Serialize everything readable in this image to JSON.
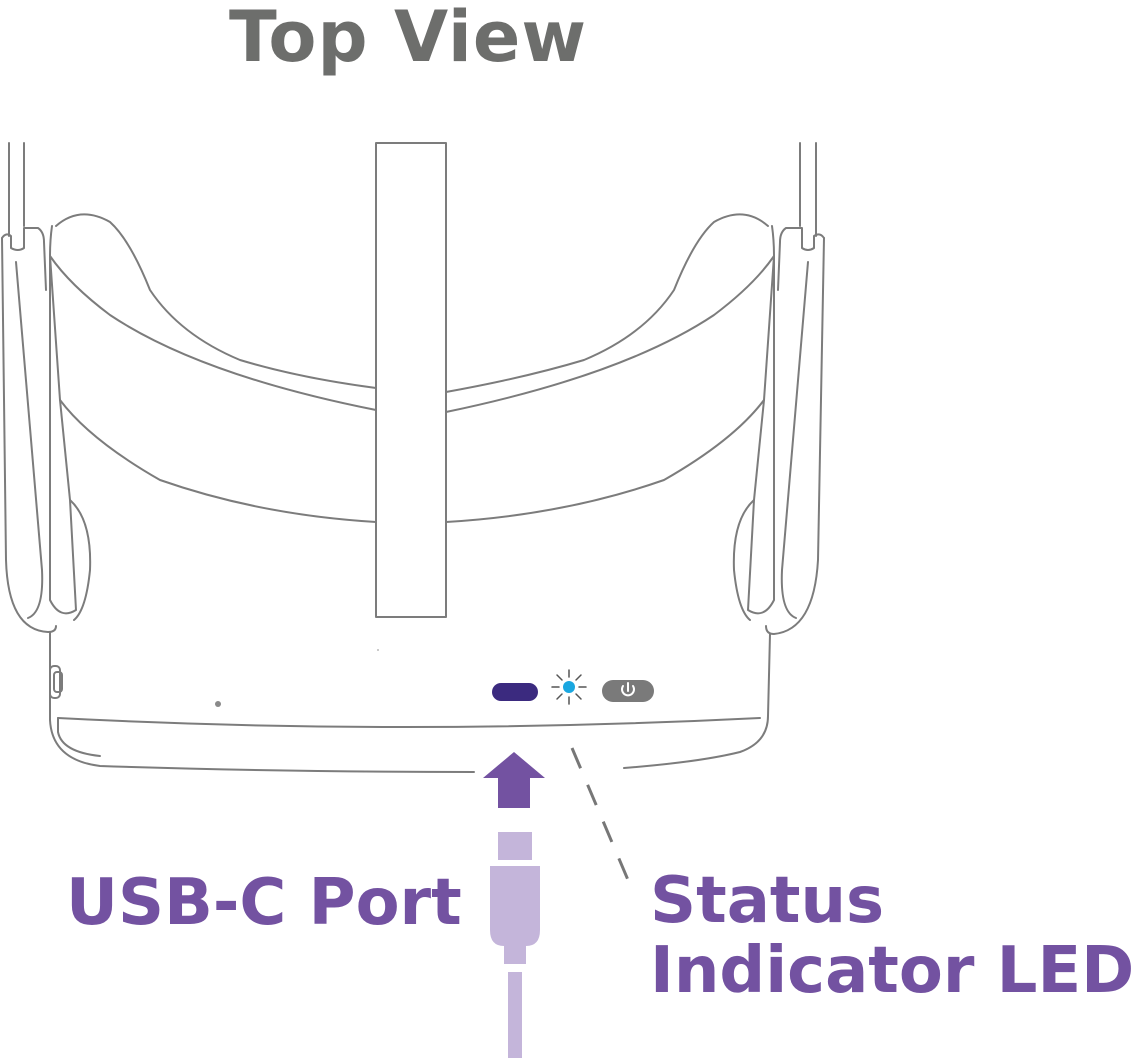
{
  "diagram": {
    "title": "Top View",
    "labels": {
      "usb_port": "USB-C Port",
      "status_led_line1": "Status",
      "status_led_line2": "Indicator LED"
    },
    "colors": {
      "outline": "#7c7c7c",
      "title_text": "#6d6e6c",
      "label_text": "#7352a1",
      "arrow": "#7352a1",
      "usb_cable": "#c4b5da",
      "usb_port_slot": "#3b2a7f",
      "led": "#1aa7e0",
      "power_button": "#7a7a7a",
      "leader_line": "#777777"
    },
    "icons": [
      "power-icon",
      "led-glow-icon",
      "up-arrow-icon",
      "usb-c-connector-icon"
    ]
  }
}
